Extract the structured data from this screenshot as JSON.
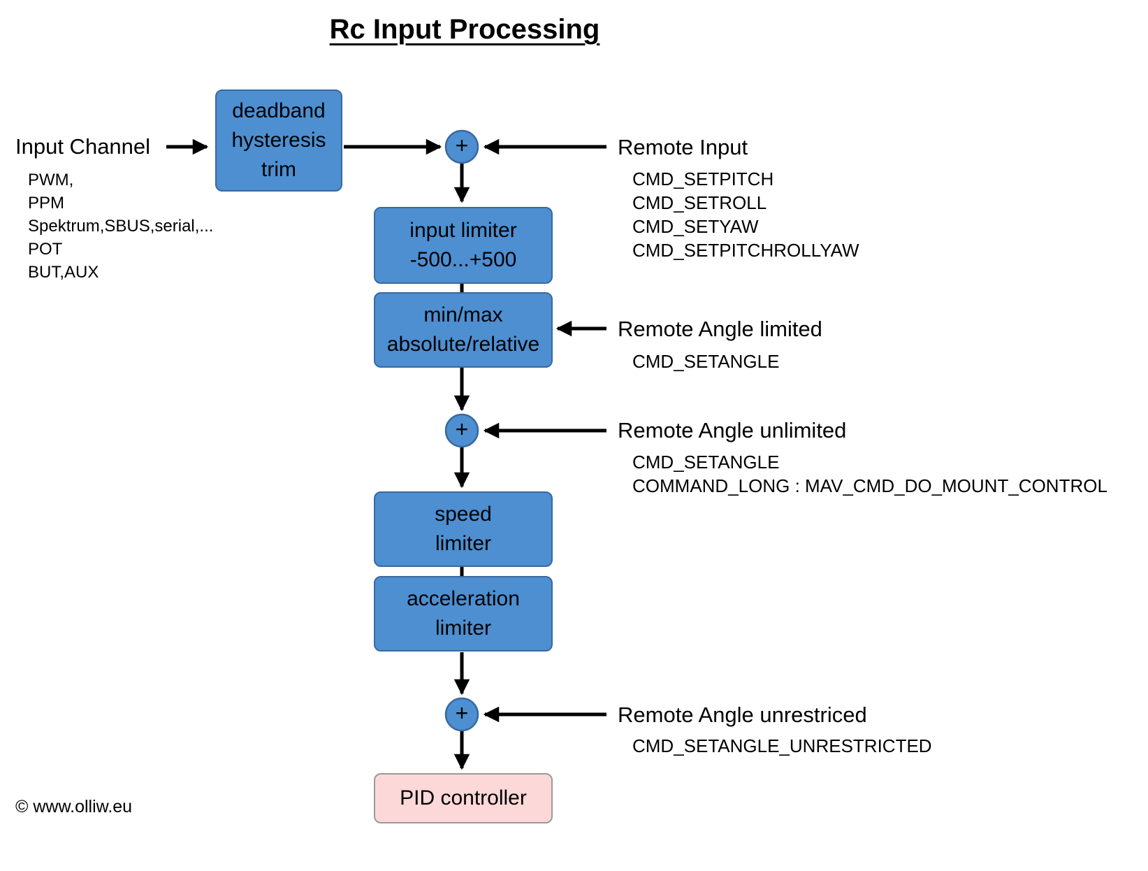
{
  "title": "Rc Input Processing",
  "footer": "© www.olliw.eu",
  "plus": "+",
  "input_channel": {
    "label": "Input Channel",
    "items": [
      "PWM,",
      "PPM",
      "Spektrum,SBUS,serial,...",
      "POT",
      "BUT,AUX"
    ]
  },
  "nodes": {
    "deadband": {
      "lines": [
        "deadband",
        "hysteresis",
        "trim"
      ]
    },
    "input_limiter": {
      "lines": [
        "input limiter",
        "-500...+500"
      ]
    },
    "minmax": {
      "lines": [
        "min/max",
        "absolute/relative"
      ]
    },
    "speed_limiter": {
      "lines": [
        "speed",
        "limiter"
      ]
    },
    "accel_limiter": {
      "lines": [
        "acceleration",
        "limiter"
      ]
    },
    "pid": {
      "lines": [
        "PID controller"
      ]
    }
  },
  "annotations": {
    "remote_input": {
      "label": "Remote Input",
      "items": [
        "CMD_SETPITCH",
        "CMD_SETROLL",
        "CMD_SETYAW",
        "CMD_SETPITCHROLLYAW"
      ]
    },
    "remote_angle_limited": {
      "label": "Remote Angle limited",
      "items": [
        "CMD_SETANGLE"
      ]
    },
    "remote_angle_unlimited": {
      "label": "Remote Angle unlimited",
      "items": [
        "CMD_SETANGLE",
        "COMMAND_LONG : MAV_CMD_DO_MOUNT_CONTROL"
      ]
    },
    "remote_angle_unrestricted": {
      "label": "Remote Angle unrestriced",
      "items": [
        "CMD_SETANGLE_UNRESTRICTED"
      ]
    }
  },
  "colors": {
    "box_fill": "#4d8fd1",
    "box_border": "#39699e",
    "pid_fill": "#fcd8d8",
    "pid_border": "#9a9a9a",
    "arrow": "#000000",
    "text": "#000000",
    "background": "#ffffff"
  }
}
